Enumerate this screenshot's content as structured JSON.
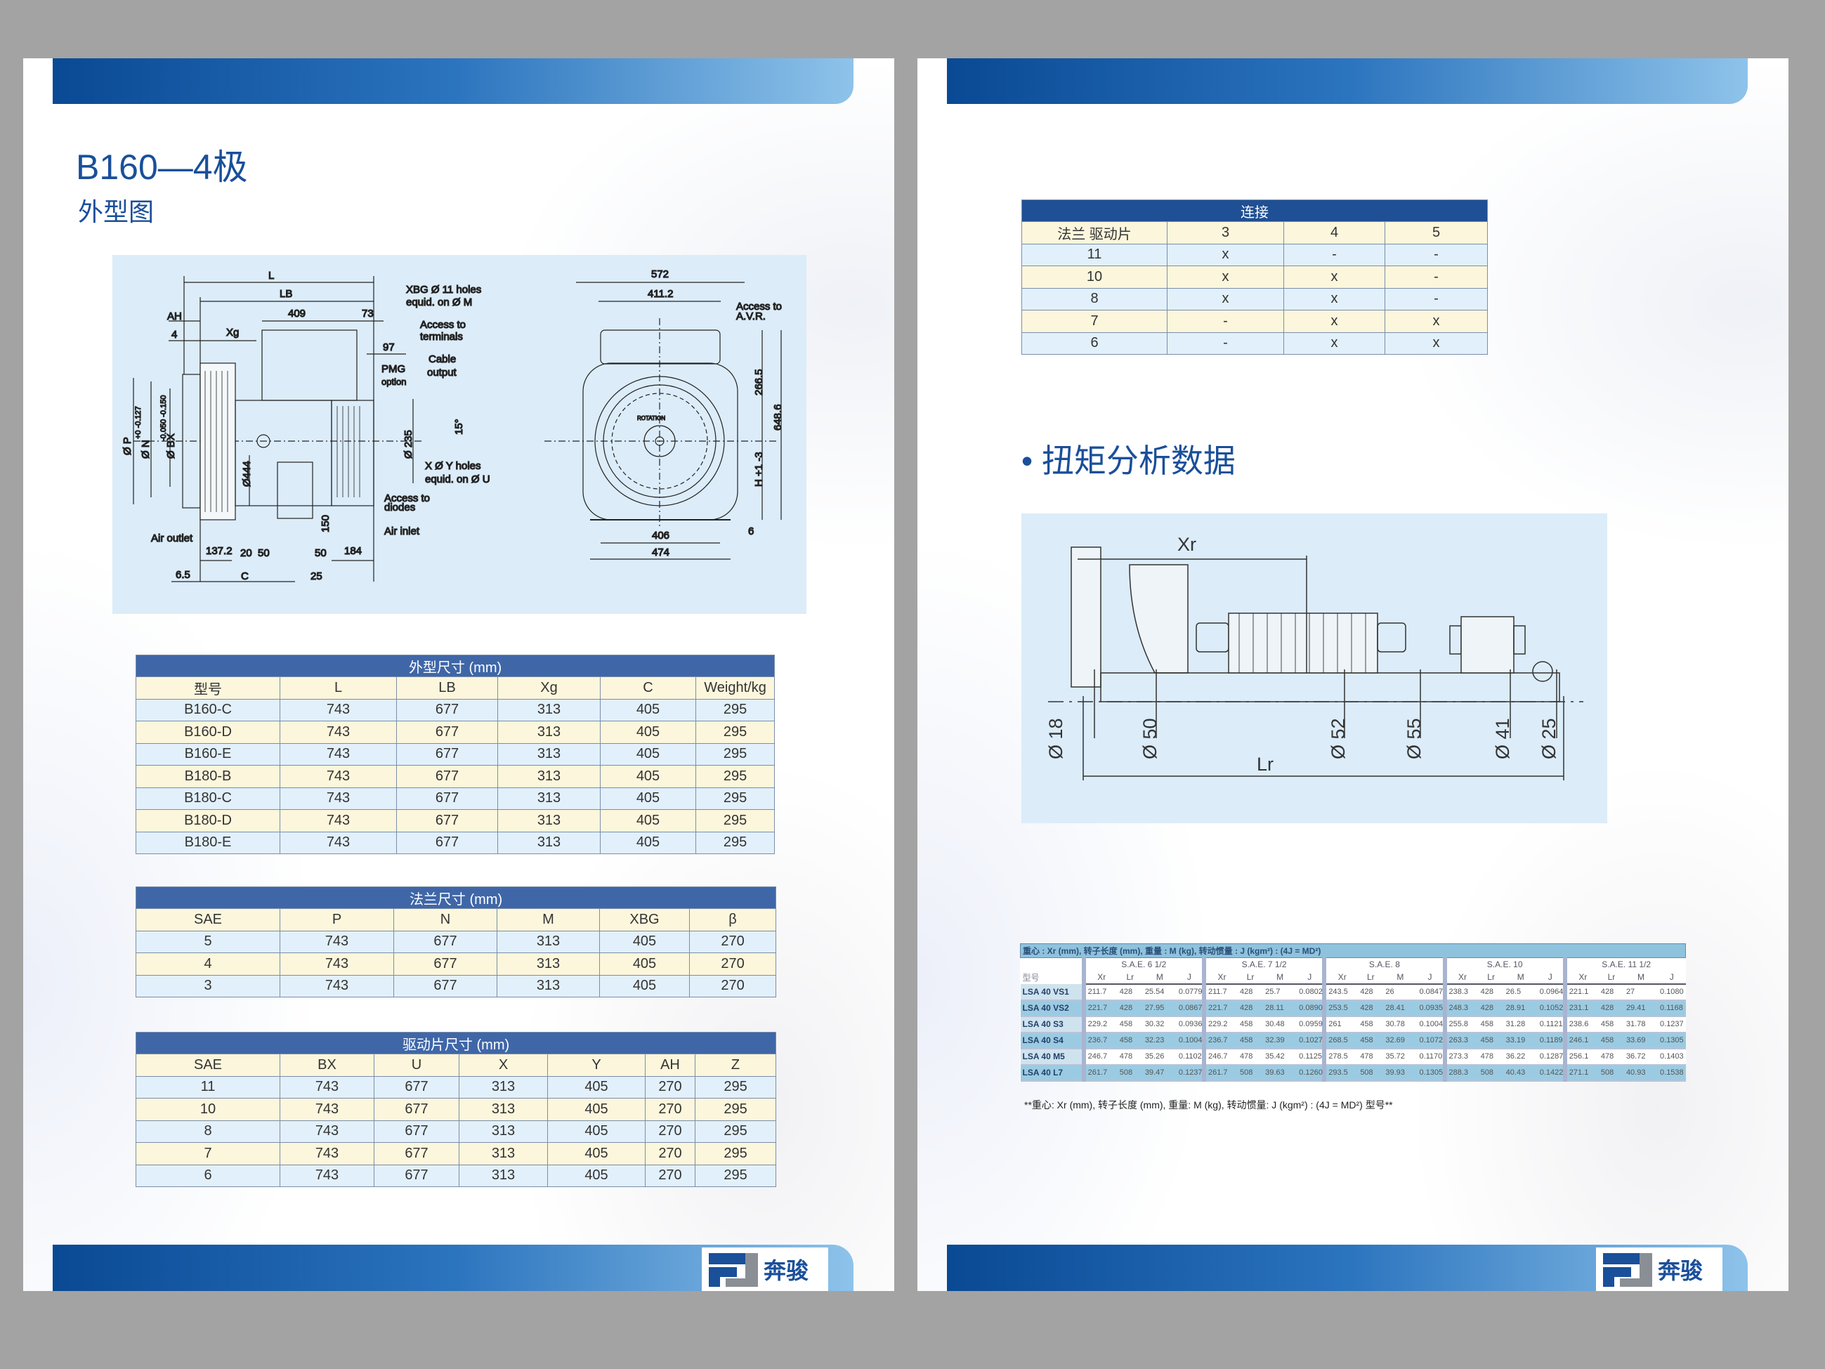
{
  "left": {
    "title": "B160—4极",
    "subtitle": "外型图",
    "drawing": {
      "L": "L",
      "LB": "LB",
      "d409": "409",
      "d73": "73",
      "AH": "AH",
      "d4": "4",
      "Xg": "Xg",
      "d97": "97",
      "PMG": "PMG",
      "option": "option",
      "P": "Ø P",
      "N": "Ø N",
      "Ntol": "+0 -0.127",
      "BX": "Ø BX",
      "BXtol": "-0.050 -0.150",
      "d444": "Ø444",
      "d235": "Ø 235",
      "air_outlet": "Air outlet",
      "d137": "137.2",
      "d20": "20",
      "d50a": "50",
      "d50b": "50",
      "d150": "150",
      "d184": "184",
      "d65": "6.5",
      "C": "C",
      "d25": "25",
      "access_diodes_1": "Access to",
      "access_diodes_2": "diodes",
      "air_inlet": "Air inlet",
      "xbg_1": "XBG  Ø 11 holes",
      "xbg_2": "equid. on Ø M",
      "term_1": "Access to",
      "term_2": "terminals",
      "cable_1": "Cable",
      "cable_2": "output",
      "deg15": "15°",
      "xy_1": "X Ø Y holes",
      "xy_2": "equid. on Ø U",
      "d572": "572",
      "d411": "411.2",
      "avr_1": "Access to",
      "avr_2": "A.V.R.",
      "d266": "266.5",
      "d648": "648.6",
      "H": "H +1 -3",
      "d6": "6",
      "d406": "406",
      "d474": "474",
      "rotation": "ROTATION"
    },
    "tables": [
      {
        "caption": "外型尺寸 (mm)",
        "headers": [
          "型号",
          "L",
          "LB",
          "Xg",
          "C",
          "Weight/kg"
        ],
        "rows": [
          [
            "B160-C",
            "743",
            "677",
            "313",
            "405",
            "295"
          ],
          [
            "B160-D",
            "743",
            "677",
            "313",
            "405",
            "295"
          ],
          [
            "B160-E",
            "743",
            "677",
            "313",
            "405",
            "295"
          ],
          [
            "B180-B",
            "743",
            "677",
            "313",
            "405",
            "295"
          ],
          [
            "B180-C",
            "743",
            "677",
            "313",
            "405",
            "295"
          ],
          [
            "B180-D",
            "743",
            "677",
            "313",
            "405",
            "295"
          ],
          [
            "B180-E",
            "743",
            "677",
            "313",
            "405",
            "295"
          ]
        ]
      },
      {
        "caption": "法兰尺寸 (mm)",
        "headers": [
          "SAE",
          "P",
          "N",
          "M",
          "XBG",
          "β"
        ],
        "rows": [
          [
            "5",
            "743",
            "677",
            "313",
            "405",
            "270"
          ],
          [
            "4",
            "743",
            "677",
            "313",
            "405",
            "270"
          ],
          [
            "3",
            "743",
            "677",
            "313",
            "405",
            "270"
          ]
        ]
      },
      {
        "caption": "驱动片尺寸 (mm)",
        "headers": [
          "SAE",
          "BX",
          "U",
          "X",
          "Y",
          "AH",
          "Z"
        ],
        "rows": [
          [
            "11",
            "743",
            "677",
            "313",
            "405",
            "270",
            "295"
          ],
          [
            "10",
            "743",
            "677",
            "313",
            "405",
            "270",
            "295"
          ],
          [
            "8",
            "743",
            "677",
            "313",
            "405",
            "270",
            "295"
          ],
          [
            "7",
            "743",
            "677",
            "313",
            "405",
            "270",
            "295"
          ],
          [
            "6",
            "743",
            "677",
            "313",
            "405",
            "270",
            "295"
          ]
        ]
      }
    ],
    "logo_text": "奔骏"
  },
  "right": {
    "connection": {
      "caption": "连接",
      "headers": [
        "法兰 驱动片",
        "3",
        "4",
        "5"
      ],
      "rows": [
        [
          "11",
          "x",
          "-",
          "-"
        ],
        [
          "10",
          "x",
          "x",
          "-"
        ],
        [
          "8",
          "x",
          "x",
          "-"
        ],
        [
          "7",
          "-",
          "x",
          "x"
        ],
        [
          "6",
          "-",
          "x",
          "x"
        ]
      ]
    },
    "section_title": "扭矩分析数据",
    "torque": {
      "Xr": "Xr",
      "Lr": "Lr",
      "d18": "Ø 18",
      "d50": "Ø 50",
      "d52": "Ø 52",
      "d55": "Ø 55",
      "d41": "Ø 41",
      "d25": "Ø 25"
    },
    "lsa": {
      "title": "重心 : Xr (mm),     转子长度 (mm),     重量 : M (kg),     转动惯量 : J (kgm²) : (4J = MD²)",
      "model_label": "型号",
      "groups": [
        "S.A.E. 6 1/2",
        "S.A.E. 7 1/2",
        "S.A.E. 8",
        "S.A.E. 10",
        "S.A.E. 11 1/2"
      ],
      "subheaders": [
        "Xr",
        "Lr",
        "M",
        "J"
      ],
      "rows": [
        [
          "LSA 40 VS1",
          "211.7",
          "428",
          "25.54",
          "0.0779",
          "211.7",
          "428",
          "25.7",
          "0.0802",
          "243.5",
          "428",
          "26",
          "0.0847",
          "238.3",
          "428",
          "26.5",
          "0.0964",
          "221.1",
          "428",
          "27",
          "0.1080"
        ],
        [
          "LSA 40 VS2",
          "221.7",
          "428",
          "27.95",
          "0.0867",
          "221.7",
          "428",
          "28.11",
          "0.0890",
          "253.5",
          "428",
          "28.41",
          "0.0935",
          "248.3",
          "428",
          "28.91",
          "0.1052",
          "231.1",
          "428",
          "29.41",
          "0.1168"
        ],
        [
          "LSA 40 S3",
          "229.2",
          "458",
          "30.32",
          "0.0936",
          "229.2",
          "458",
          "30.48",
          "0.0959",
          "261",
          "458",
          "30.78",
          "0.1004",
          "255.8",
          "458",
          "31.28",
          "0.1121",
          "238.6",
          "458",
          "31.78",
          "0.1237"
        ],
        [
          "LSA 40 S4",
          "236.7",
          "458",
          "32.23",
          "0.1004",
          "236.7",
          "458",
          "32.39",
          "0.1027",
          "268.5",
          "458",
          "32.69",
          "0.1072",
          "263.3",
          "458",
          "33.19",
          "0.1189",
          "246.1",
          "458",
          "33.69",
          "0.1305"
        ],
        [
          "LSA 40 M5",
          "246.7",
          "478",
          "35.26",
          "0.1102",
          "246.7",
          "478",
          "35.42",
          "0.1125",
          "278.5",
          "478",
          "35.72",
          "0.1170",
          "273.3",
          "478",
          "36.22",
          "0.1287",
          "256.1",
          "478",
          "36.72",
          "0.1403"
        ],
        [
          "LSA 40 L7",
          "261.7",
          "508",
          "39.47",
          "0.1237",
          "261.7",
          "508",
          "39.63",
          "0.1260",
          "293.5",
          "508",
          "39.93",
          "0.1305",
          "288.3",
          "508",
          "40.43",
          "0.1422",
          "271.1",
          "508",
          "40.93",
          "0.1538"
        ]
      ],
      "footnote": "**重心: Xr (mm), 转子长度 (mm), 重量: M (kg), 转动惯量: J (kgm²) : (4J = MD²) 型号**"
    },
    "logo_text": "奔骏"
  }
}
